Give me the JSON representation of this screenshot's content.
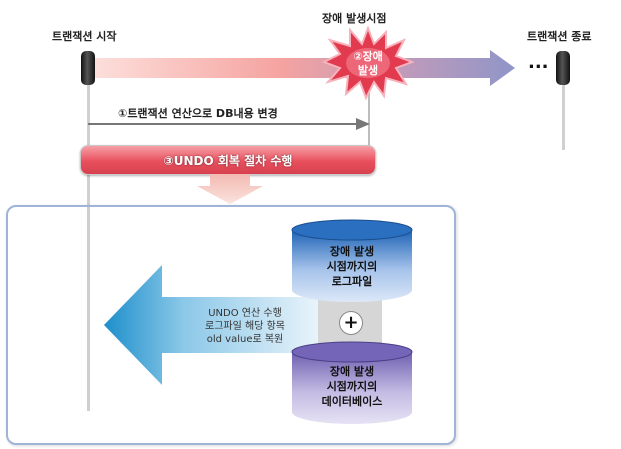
{
  "labels": {
    "tx_start": "트랜잭션 시작",
    "failure_point": "장애 발생시점",
    "tx_end": "트랜잭션 종료",
    "failure_burst_line1": "②장애",
    "failure_burst_line2": "발생",
    "ellipsis": "...",
    "step1": "①트랜잭션 연산으로 DB내용 변경",
    "step3": "③UNDO 회복 절차 수행"
  },
  "log_file": {
    "line1": "장애 발생",
    "line2": "시점까지의",
    "line3": "로그파일"
  },
  "database": {
    "line1": "장애 발생",
    "line2": "시점까지의",
    "line3": "데이터베이스"
  },
  "plus": "+",
  "restore": {
    "line1": "UNDO 연산 수행",
    "line2": "로그파일 해당 항목",
    "line3": "old value로 복원"
  },
  "colors": {
    "timeline_start": "#fbd2d2",
    "timeline_end": "#9fa6cf",
    "undo_bar": "#e8505e",
    "cylinder_top": "#1f66b8",
    "cylinder_bottom": "#7a6ab0",
    "left_arrow": "#1f8fc9",
    "burst": "#e23a4e"
  }
}
